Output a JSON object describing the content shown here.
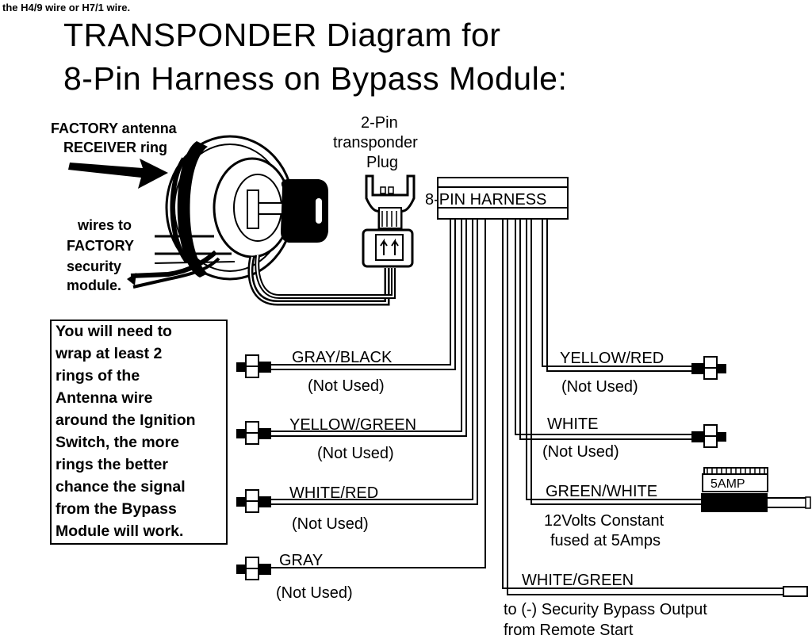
{
  "header_note": "the H4/9 wire or H7/1 wire.",
  "title": {
    "line1": "TRANSPONDER Diagram for",
    "line2": "8-Pin Harness on Bypass Module:"
  },
  "ignition": {
    "antenna_label": [
      "FACTORY antenna",
      "RECEIVER ring"
    ],
    "wires_label": [
      "wires to",
      "FACTORY",
      "security",
      "module."
    ]
  },
  "plug_label": [
    "2-Pin",
    "transponder",
    "Plug"
  ],
  "harness_label": "8-PIN HARNESS",
  "instruction_box": [
    "You will need to",
    "wrap at least 2",
    "rings of the",
    "Antenna wire",
    "around the Ignition",
    "Switch, the more",
    "rings the better",
    "chance the signal",
    "from the Bypass",
    "Module will work."
  ],
  "left_wires": [
    {
      "name": "GRAY/BLACK",
      "note": "(Not Used)"
    },
    {
      "name": "YELLOW/GREEN",
      "note": "(Not Used)"
    },
    {
      "name": "WHITE/RED",
      "note": "(Not Used)"
    },
    {
      "name": "GRAY",
      "note": "(Not Used)"
    }
  ],
  "right_wires": [
    {
      "name": "YELLOW/RED",
      "note": "(Not Used)"
    },
    {
      "name": "WHITE",
      "note": "(Not Used)"
    },
    {
      "name": "GREEN/WHITE",
      "note": [
        "12Volts Constant",
        "fused at 5Amps"
      ]
    },
    {
      "name": "WHITE/GREEN",
      "note": [
        "to (-) Security Bypass Output",
        "from Remote Start"
      ]
    }
  ],
  "fuse_label": "5AMP"
}
